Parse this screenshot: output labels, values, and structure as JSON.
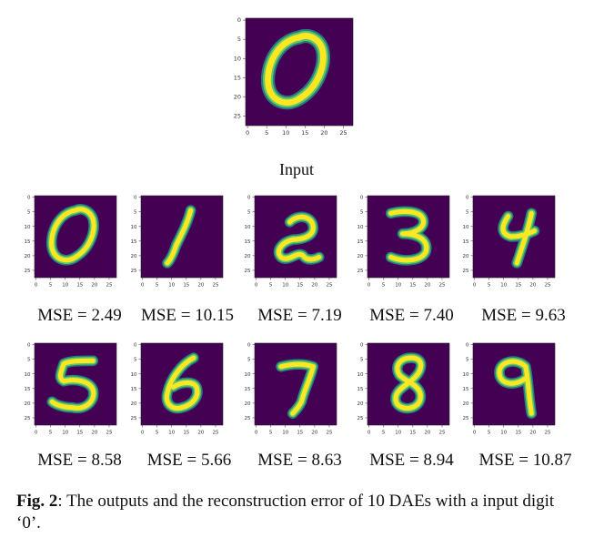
{
  "input": {
    "label": "Input",
    "digit": "0",
    "ticks_x": [
      "0",
      "5",
      "10",
      "15",
      "20",
      "25"
    ],
    "ticks_y": [
      "0",
      "5",
      "10",
      "15",
      "20",
      "25"
    ]
  },
  "outputs": [
    {
      "digit": "0",
      "mse": "MSE = 2.49"
    },
    {
      "digit": "1",
      "mse": "MSE = 10.15"
    },
    {
      "digit": "2",
      "mse": "MSE = 7.19"
    },
    {
      "digit": "3",
      "mse": "MSE = 7.40"
    },
    {
      "digit": "4",
      "mse": "MSE = 9.63"
    },
    {
      "digit": "5",
      "mse": "MSE = 8.58"
    },
    {
      "digit": "6",
      "mse": "MSE = 5.66"
    },
    {
      "digit": "7",
      "mse": "MSE = 8.63"
    },
    {
      "digit": "8",
      "mse": "MSE = 8.94"
    },
    {
      "digit": "9",
      "mse": "MSE = 10.87"
    }
  ],
  "small_ticks_x": [
    "0",
    "5",
    "10",
    "15",
    "20",
    "25"
  ],
  "small_ticks_y": [
    "0",
    "5",
    "10",
    "15",
    "20",
    "25"
  ],
  "colormap": {
    "background": "#440154",
    "low": "#21918c",
    "mid": "#5ec962",
    "high": "#fde725"
  },
  "caption": {
    "label": "Fig. 2",
    "text": ": The outputs and the reconstruction error of 10 DAEs with a input digit ‘0’."
  }
}
